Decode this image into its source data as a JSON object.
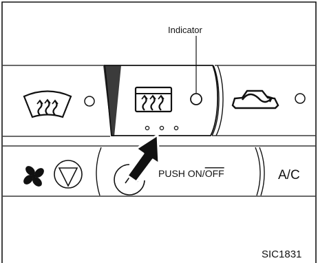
{
  "diagram": {
    "callout": "Indicator",
    "buttons": {
      "front_defrost": {
        "icon": "front-defrost-icon"
      },
      "rear_defrost": {
        "icon": "rear-defrost-icon"
      },
      "recirculation": {
        "icon": "air-recirculation-icon"
      },
      "fan": {
        "icon": "fan-icon"
      },
      "fan_down": {
        "icon": "triangle-down-icon"
      },
      "power": {
        "label_prefix": "PUSH ON/",
        "label_overlined": "OFF"
      },
      "ac": {
        "label": "A/C"
      }
    },
    "figure_code": "SIC1831"
  }
}
